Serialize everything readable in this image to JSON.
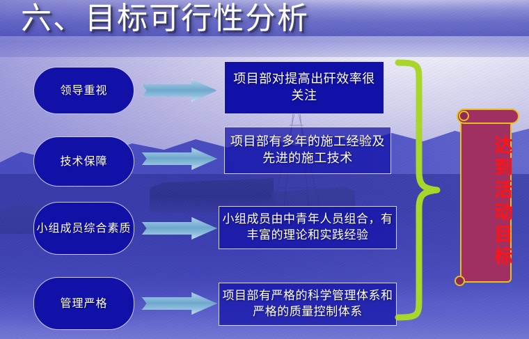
{
  "slide": {
    "title": "六、目标可行性分析",
    "background_description": "blue-tinted construction site photograph",
    "colors": {
      "box_fill": "#1111a8",
      "box_border": "#d6d6f5",
      "arrow_fill": "#6fa8cd",
      "brace": "#a8d62a",
      "scroll_fill": "#a03062",
      "scroll_border": "#e8c01c",
      "scroll_text": "#ff1414",
      "title_text": "#ffffff"
    }
  },
  "rows": [
    {
      "cause": "领导重视",
      "arrow": "right-arrow",
      "effect": "项目部对提高出矸效率很关注",
      "effect_lines": [
        "项目部对提高出矸效率",
        "很关注"
      ]
    },
    {
      "cause": "技术保障",
      "arrow": "right-arrow",
      "effect": "项目部有多年的施工经验及先进的施工技术",
      "effect_lines": [
        "项目部有多年的施工经验",
        "及先进的施工技术"
      ]
    },
    {
      "cause": "小组成员综合素质",
      "cause_lines": [
        "小组成员",
        "综合素质"
      ],
      "arrow": "right-arrow",
      "effect": "小组成员由中青年人员组合，有丰富的理论和实践经验",
      "effect_lines": [
        "小组成员由中青年人员组合",
        "，有丰富的理论和实践经验"
      ]
    },
    {
      "cause": "管理严格",
      "arrow": "right-arrow",
      "effect": "项目部有严格的科学管理体系和严格的质量控制体系",
      "effect_lines": [
        "项目部有严格的科学管理",
        "体系和严格的质量控制体系"
      ]
    }
  ],
  "conclusion": {
    "text": "达到活动目标",
    "orientation": "vertical"
  }
}
